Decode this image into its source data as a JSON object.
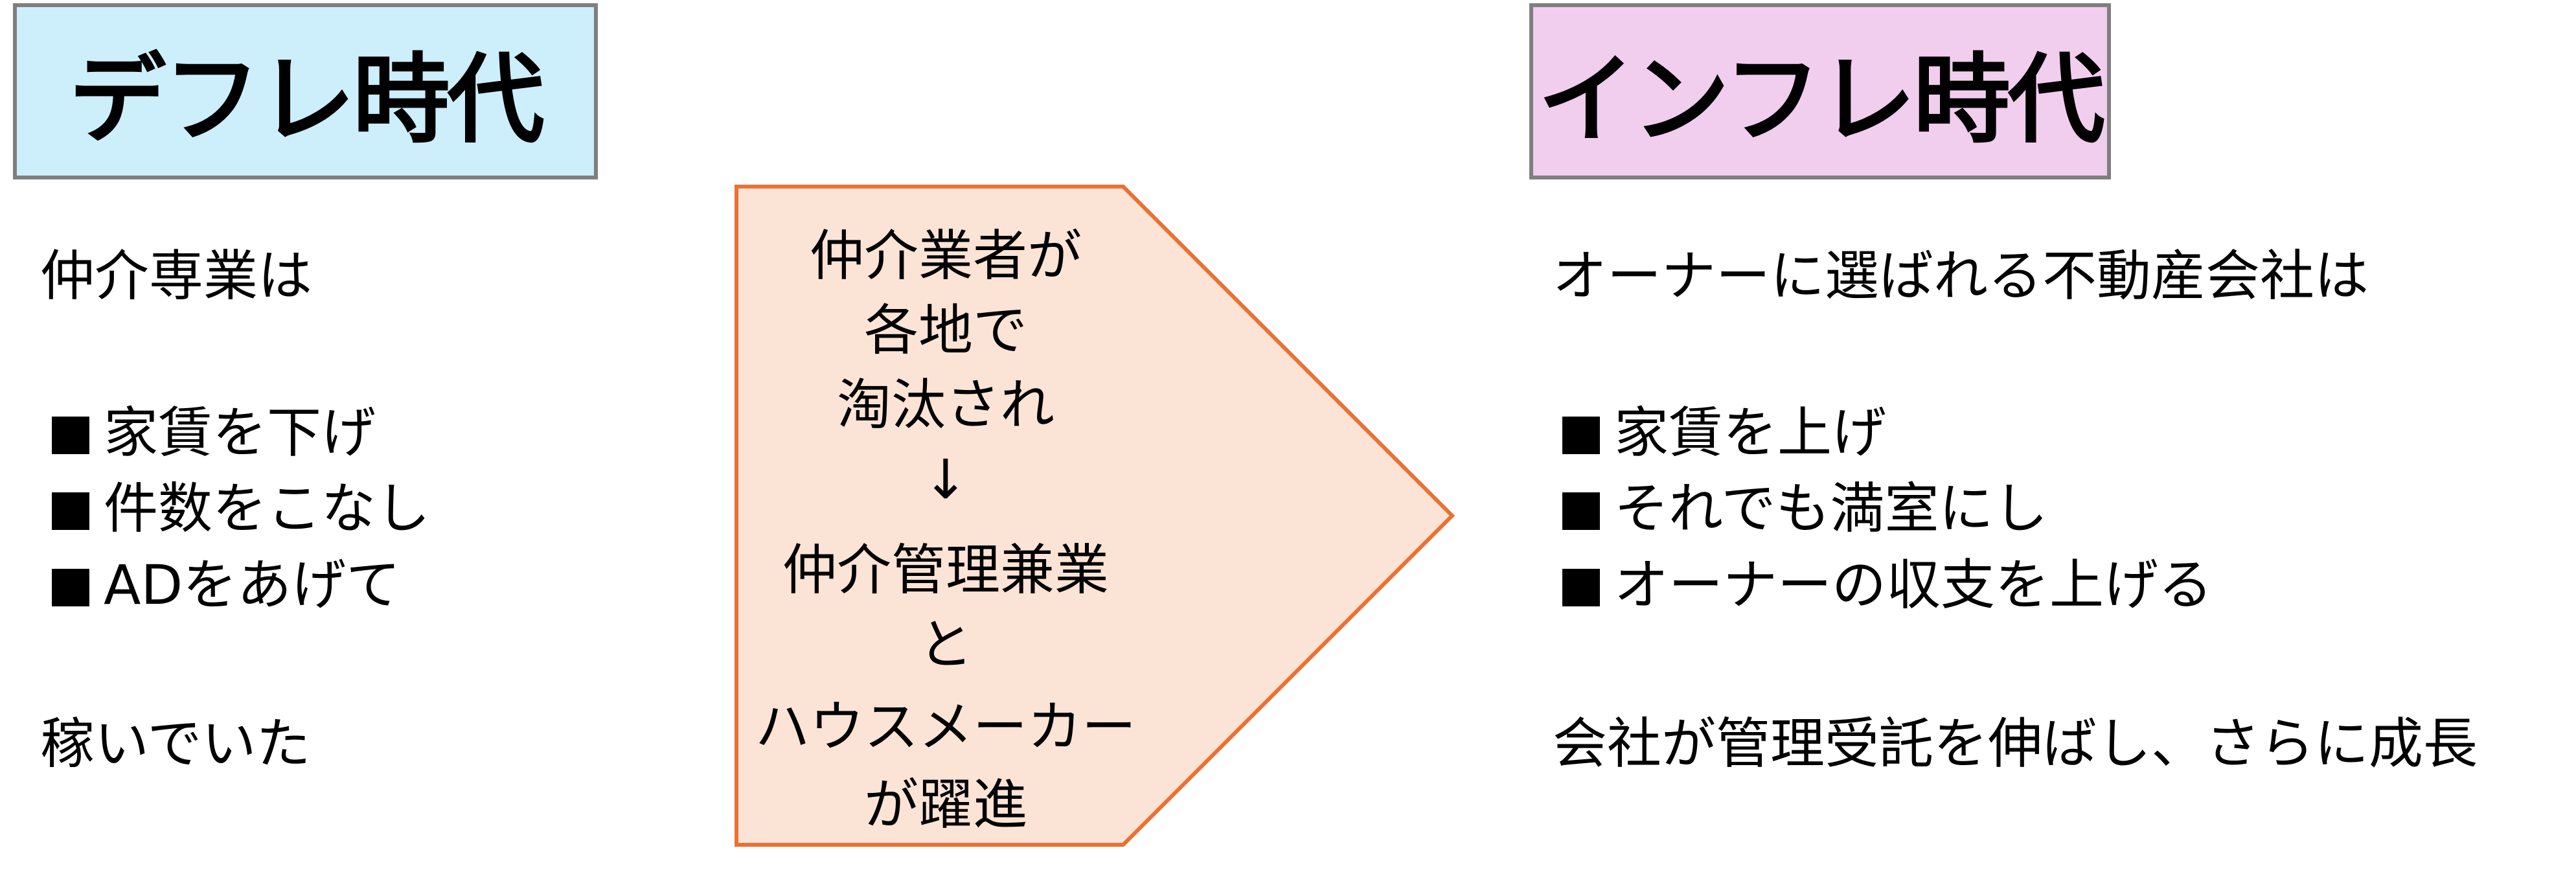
{
  "left": {
    "title": "デフレ時代",
    "title_bg": "#cdeefb",
    "intro": "仲介専業は",
    "bullets": [
      "家賃を下げ",
      "件数をこなし",
      "ADをあげて"
    ],
    "conclusion": "稼いでいた"
  },
  "arrow": {
    "fill": "#fbe3d6",
    "stroke": "#e97132",
    "lines": [
      "仲介業者が",
      "各地で",
      "淘汰され",
      "↓",
      "仲介管理兼業",
      "と",
      "ハウスメーカー",
      "が躍進"
    ]
  },
  "right": {
    "title": "インフレ時代",
    "title_bg": "#f1cdee",
    "intro": "オーナーに選ばれる不動産会社は",
    "bullets": [
      "家賃を上げ",
      "それでも満室にし",
      "オーナーの収支を上げる"
    ],
    "conclusion": "会社が管理受託を伸ばし、さらに成長"
  }
}
